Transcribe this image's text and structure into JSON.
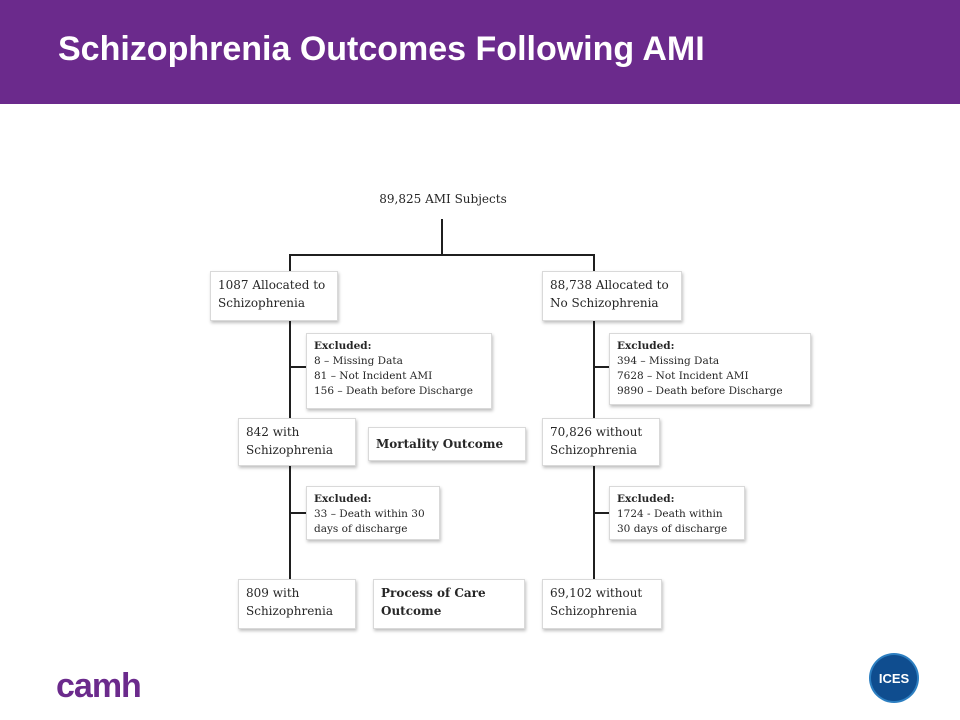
{
  "header": {
    "title": "Schizophrenia Outcomes Following AMI"
  },
  "diagram": {
    "root": "89,825 AMI Subjects",
    "left": {
      "allocated": [
        "1087 Allocated to",
        "Schizophrenia"
      ],
      "excluded1": [
        "Excluded:",
        "8 – Missing Data",
        "81 – Not Incident AMI",
        "156 – Death before Discharge"
      ],
      "cohort1": [
        "842 with",
        "Schizophrenia"
      ],
      "excluded2": [
        "Excluded:",
        "33 – Death within 30",
        "days of discharge"
      ],
      "cohort2": [
        "809 with",
        "Schizophrenia"
      ]
    },
    "right": {
      "allocated": [
        "88,738 Allocated to",
        "No Schizophrenia"
      ],
      "excluded1": [
        "Excluded:",
        "394 – Missing Data",
        "7628 – Not Incident  AMI",
        "9890 – Death before Discharge"
      ],
      "cohort1": [
        "70,826 without",
        "Schizophrenia"
      ],
      "excluded2": [
        "Excluded:",
        "1724 - Death within",
        "30 days of discharge"
      ],
      "cohort2": [
        "69,102 without",
        "Schizophrenia"
      ]
    },
    "outcomes": {
      "mortality": "Mortality Outcome",
      "process": [
        "Process of Care",
        "Outcome"
      ]
    }
  },
  "logos": {
    "camh": "camh",
    "ices": "ICES"
  },
  "colors": {
    "header": "#6b2a8c",
    "camh": "#6b2a8c",
    "ices": "#0f4d8f"
  }
}
